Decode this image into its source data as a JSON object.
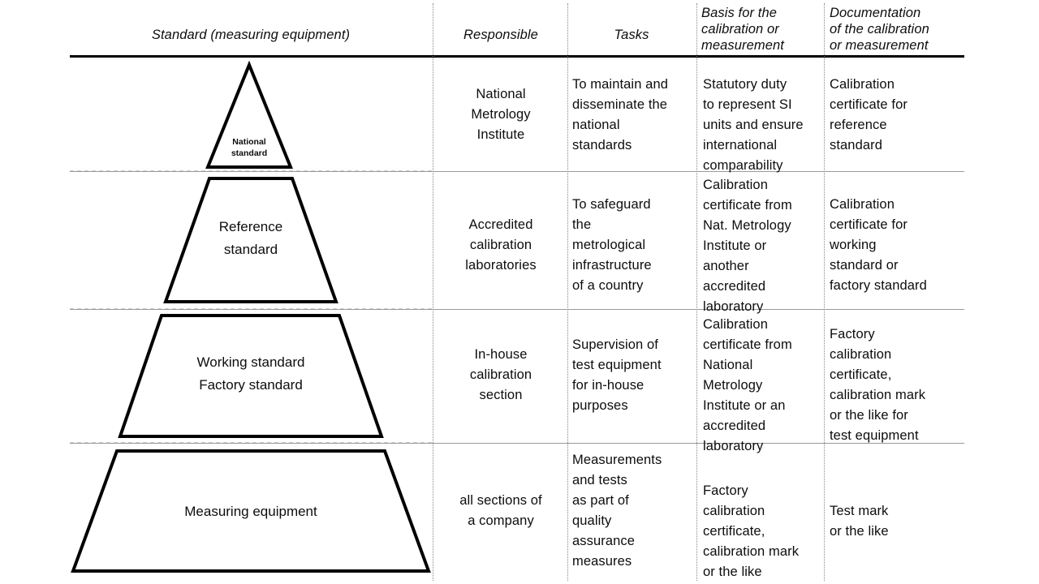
{
  "table": {
    "headers": [
      "Standard (measuring equipment)",
      "Responsible",
      "Tasks",
      "Basis for the\ncalibration or\nmeasurement",
      "Documentation\nof the calibration\nor measurement"
    ],
    "rows": [
      {
        "standard": "National\nstandard",
        "responsible": "National\nMetrology\nInstitute",
        "tasks": "To maintain and\ndisseminate the\nnational\nstandards",
        "basis": "Statutory duty\nto represent SI\nunits and ensure\ninternational\ncomparability",
        "documentation": "Calibration\ncertificate for\nreference\nstandard"
      },
      {
        "standard": "Reference\nstandard",
        "responsible": "Accredited\ncalibration\nlaboratories",
        "tasks": "To safeguard\nthe\nmetrological\ninfrastructure\nof a country",
        "basis": "Calibration\ncertificate from\nNat. Metrology\nInstitute or\nanother\naccredited\nlaboratory",
        "documentation": "Calibration\ncertificate for\nworking\nstandard or\nfactory standard"
      },
      {
        "standard": "Working standard\nFactory standard",
        "responsible": "In-house\ncalibration\nsection",
        "tasks": "Supervision of\ntest equipment\nfor in-house\npurposes",
        "basis": "Calibration\ncertificate from\nNational\nMetrology\nInstitute or an\naccredited\nlaboratory",
        "documentation": "Factory\ncalibration\ncertificate,\ncalibration mark\nor the like for\ntest equipment"
      },
      {
        "standard": "Measuring equipment",
        "responsible": "all sections of\na company",
        "tasks": "Measurements\nand tests\nas part of\nquality\nassurance\nmeasures",
        "basis": "Factory\ncalibration\ncertificate,\ncalibration mark\nor the like",
        "documentation": "Test mark\nor the like"
      }
    ]
  },
  "pyramid": {
    "tiers": [
      {
        "name": "national-standard",
        "label": "National\nstandard"
      },
      {
        "name": "reference-standard",
        "label": "Reference\nstandard"
      },
      {
        "name": "working-standard",
        "label": "Working standard\nFactory standard"
      },
      {
        "name": "measuring-equipment",
        "label": "Measuring equipment"
      }
    ]
  },
  "colors": {
    "outline": "#000000",
    "fill": "#ffffff",
    "rule": "#000000",
    "separator": "#9a9a9a",
    "text": "#0d0d0d"
  }
}
